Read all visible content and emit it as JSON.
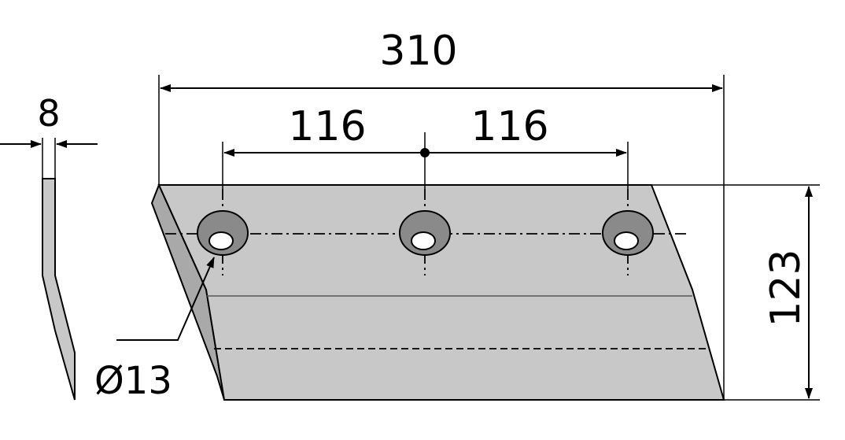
{
  "dimensions": {
    "overall_length": "310",
    "hole_spacing_left": "116",
    "hole_spacing_right": "116",
    "height": "123",
    "thickness": "8",
    "hole_diameter": "Ø13"
  },
  "colors": {
    "blade_fill": "#c8c8c8",
    "blade_edge_fill": "#a9a9a9",
    "hole_counterbore": "#8a8a8a",
    "line": "#000000"
  }
}
